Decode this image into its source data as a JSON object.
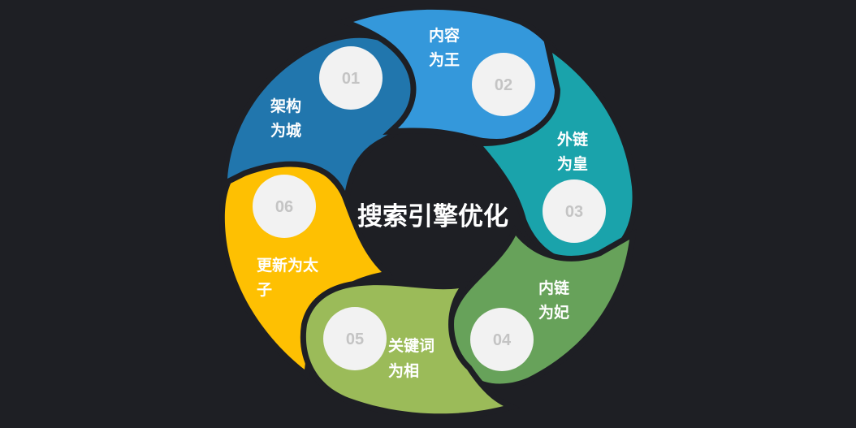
{
  "title": "搜索引擎优化",
  "colors": {
    "background": "#1e1f24",
    "circle": "#f2f2f2",
    "number": "#c4c4c4"
  },
  "segments": [
    {
      "num": "01",
      "line1": "架构",
      "line2": "为城",
      "color": "#2176ad"
    },
    {
      "num": "02",
      "line1": "内容",
      "line2": "为王",
      "color": "#3498db"
    },
    {
      "num": "03",
      "line1": "外链",
      "line2": "为皇",
      "color": "#1aa3ab"
    },
    {
      "num": "04",
      "line1": "内链",
      "line2": "为妃",
      "color": "#67a25a"
    },
    {
      "num": "05",
      "line1": "关键词",
      "line2": "为相",
      "color": "#9bbb59"
    },
    {
      "num": "06",
      "line1": "更新为太",
      "line2": "子",
      "color": "#fec002"
    }
  ]
}
